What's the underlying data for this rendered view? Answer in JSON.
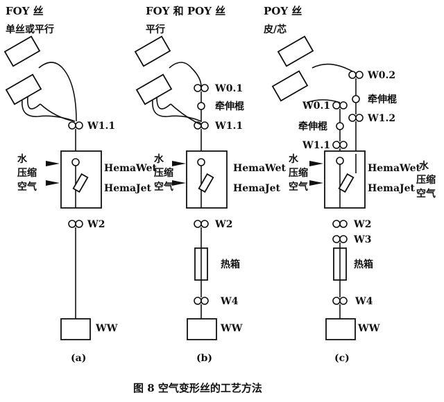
{
  "panels": [
    {
      "id": "a",
      "header": "FOY 丝",
      "subheader": "单丝或平行",
      "roller_top": "W1.1",
      "air_left": [
        "水",
        "压缩",
        "空气"
      ],
      "hema_wet": "HemaWet",
      "hema_jet": "HemaJet",
      "roller_after": "W2",
      "winder": "WW",
      "caption": "(a)"
    },
    {
      "id": "b",
      "header": "FOY 和 POY 丝",
      "subheader": "平行",
      "roller_w01": "W0.1",
      "draw_roll": "牵伸棍",
      "roller_top": "W1.1",
      "air_left": [
        "水",
        "压缩",
        "空气"
      ],
      "hema_wet": "HemaWet",
      "hema_jet": "HemaJet",
      "roller_after": "W2",
      "heater": "热箱",
      "roller_w4": "W4",
      "winder": "WW",
      "caption": "(b)"
    },
    {
      "id": "c",
      "header": "POY 丝",
      "subheader": "皮/芯",
      "roller_w02": "W0.2",
      "draw_roll_right": "牵伸棍",
      "roller_w12": "W1.2",
      "roller_w01": "W0.1",
      "draw_roll_left": "牵伸棍",
      "roller_top": "W1.1",
      "air_left": [
        "水",
        "压缩",
        "空气"
      ],
      "hema_wet": "HemaWet",
      "hema_jet": "HemaJet",
      "air_right": [
        "水",
        "压缩",
        "空气"
      ],
      "roller_after": "W2",
      "roller_w3": "W3",
      "heater": "热箱",
      "roller_w4": "W4",
      "winder": "WW",
      "caption": "(c)"
    }
  ],
  "figure_caption": "图 8    空气变形丝的工艺方法"
}
